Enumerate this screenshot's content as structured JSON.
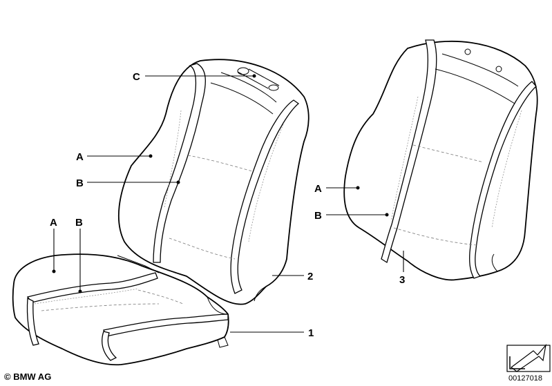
{
  "callouts": {
    "c_top": "C",
    "a_back": "A",
    "b_back": "B",
    "a_cushion": "A",
    "b_cushion": "B",
    "a_right": "A",
    "b_right": "B",
    "part_1": "1",
    "part_2": "2",
    "part_3": "3"
  },
  "footer": {
    "copyright": "© BMW AG",
    "document_number": "00127018"
  },
  "icons": {
    "direction_badge": "arrow-icon"
  }
}
